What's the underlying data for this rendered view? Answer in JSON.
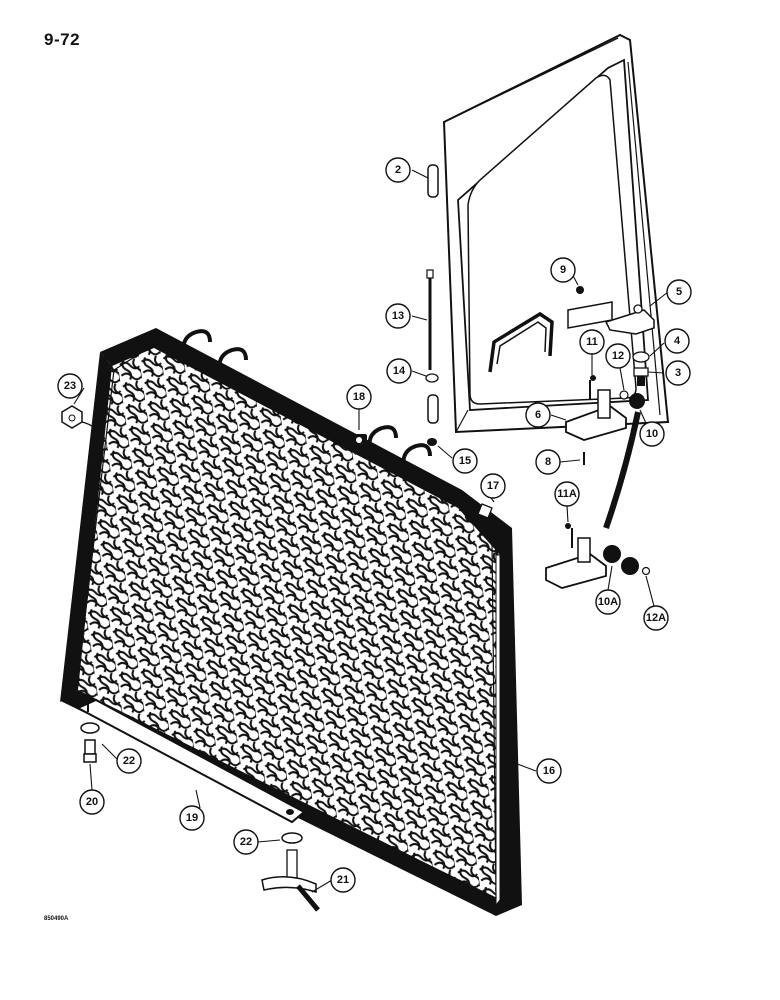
{
  "page": {
    "number": "9-72",
    "figure_code": "850490A"
  },
  "callouts": [
    {
      "id": "c-2",
      "label": "2"
    },
    {
      "id": "c-5",
      "label": "5"
    },
    {
      "id": "c-9",
      "label": "9"
    },
    {
      "id": "c-13",
      "label": "13"
    },
    {
      "id": "c-11",
      "label": "11"
    },
    {
      "id": "c-12",
      "label": "12"
    },
    {
      "id": "c-4",
      "label": "4"
    },
    {
      "id": "c-3",
      "label": "3"
    },
    {
      "id": "c-14",
      "label": "14"
    },
    {
      "id": "c-6",
      "label": "6"
    },
    {
      "id": "c-10",
      "label": "10"
    },
    {
      "id": "c-23",
      "label": "23"
    },
    {
      "id": "c-18",
      "label": "18"
    },
    {
      "id": "c-15",
      "label": "15"
    },
    {
      "id": "c-8",
      "label": "8"
    },
    {
      "id": "c-17",
      "label": "17"
    },
    {
      "id": "c-11A",
      "label": "11A"
    },
    {
      "id": "c-10A",
      "label": "10A"
    },
    {
      "id": "c-12A",
      "label": "12A"
    },
    {
      "id": "c-22a",
      "label": "22"
    },
    {
      "id": "c-16",
      "label": "16"
    },
    {
      "id": "c-20",
      "label": "20"
    },
    {
      "id": "c-19",
      "label": "19"
    },
    {
      "id": "c-22b",
      "label": "22"
    },
    {
      "id": "c-21",
      "label": "21"
    }
  ]
}
